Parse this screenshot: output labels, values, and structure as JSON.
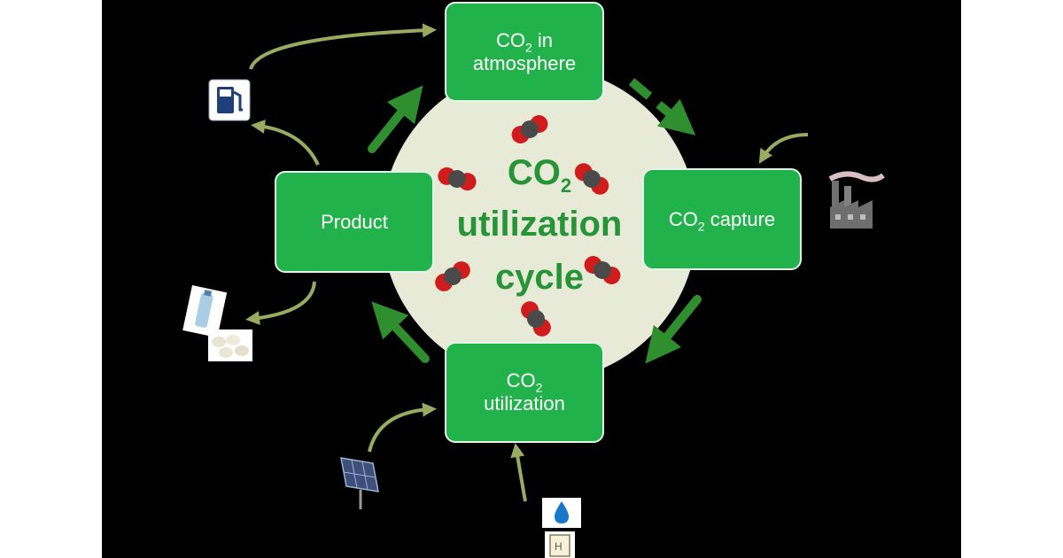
{
  "diagram": {
    "center": {
      "title_line1_main": "CO",
      "title_line1_sub": "2",
      "title_line2": "utilization",
      "title_line3": "cycle"
    },
    "nodes": {
      "atmosphere": {
        "main": "CO",
        "sub": "2",
        "suffix": " in",
        "line2": "atmosphere"
      },
      "capture": {
        "main": "CO",
        "sub": "2",
        "suffix": " capture"
      },
      "utilization": {
        "main": "CO",
        "sub": "2",
        "line2": "utilization"
      },
      "product": {
        "label": "Product"
      }
    },
    "icons": [
      "fuel-pump-icon",
      "factory-icon",
      "solar-panel-icon",
      "water-drop-icon",
      "hydrogen-element-icon",
      "water-bottle-icon",
      "pills-icon",
      "co2-molecule-icon"
    ],
    "colors": {
      "background": "#000000",
      "box_fill": "#22b24c",
      "box_border": "#e6f5e9",
      "center_disc": "#e7ead7",
      "title_text": "#279437",
      "cycle_arrow": "#2f8f2f",
      "side_arrow": "#9aaa60",
      "co2_carbon": "#4a4a4a",
      "co2_oxygen": "#d01c1c"
    }
  }
}
